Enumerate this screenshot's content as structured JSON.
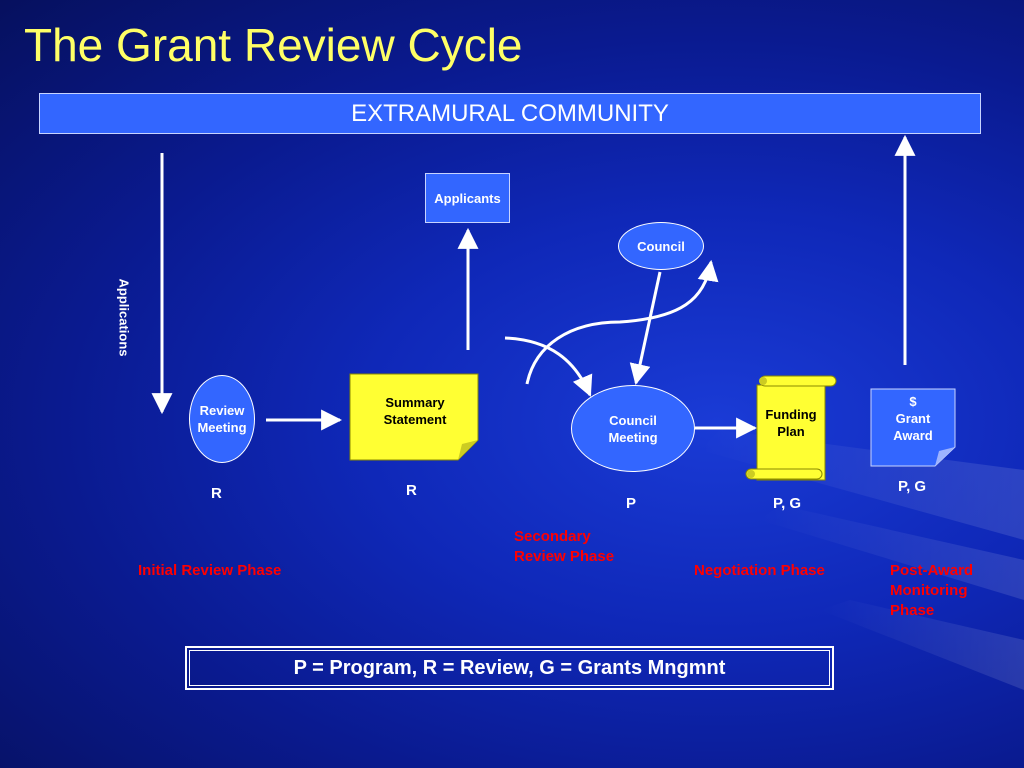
{
  "title": "The Grant Review Cycle",
  "community": "EXTRAMURAL COMMUNITY",
  "applicants": "Applicants",
  "applications_label": "Applications",
  "council": "Council",
  "review_meeting": "Review Meeting",
  "summary_statement": "Summary Statement",
  "council_meeting": "Council Meeting",
  "funding_plan": "Funding Plan",
  "grant_award": {
    "symbol": "$",
    "line1": "Grant",
    "line2": "Award"
  },
  "roles": {
    "review_meeting": "R",
    "summary_statement": "R",
    "council_meeting": "P",
    "funding_plan": "P, G",
    "grant_award": "P, G"
  },
  "phases": {
    "initial": "Initial Review Phase",
    "secondary_line1": "Secondary",
    "secondary_line2": "Review Phase",
    "negotiation": "Negotiation Phase",
    "post_award_line1": "Post-Award",
    "post_award_line2": "Monitoring",
    "post_award_line3": "Phase"
  },
  "legend": "P = Program, R = Review, G = Grants Mngmnt",
  "colors": {
    "box_blue": "#3366ff",
    "note_yellow": "#ffff33",
    "phase_red": "#ff0000",
    "title_yellow": "#ffff66"
  }
}
